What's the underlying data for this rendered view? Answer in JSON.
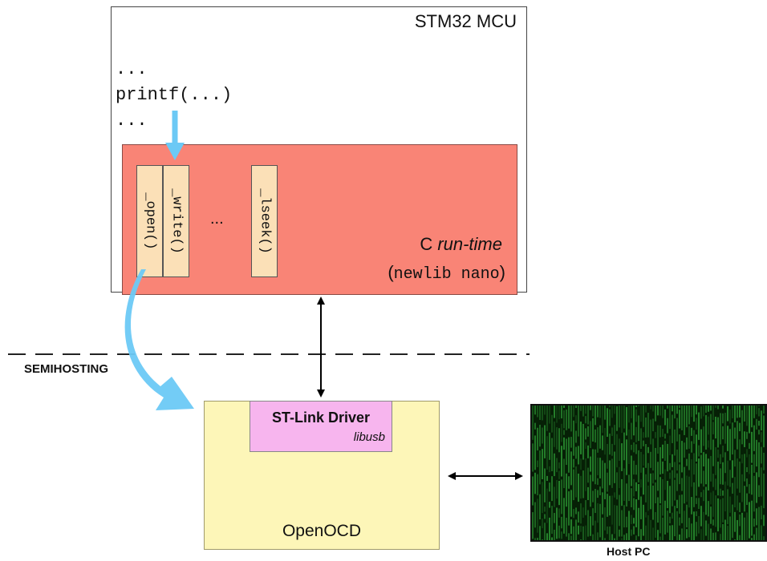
{
  "mcu": {
    "title": "STM32 MCU",
    "code_lines": [
      "...",
      "printf(...)",
      "..."
    ]
  },
  "runtime": {
    "title_prefix": "C ",
    "title_italic": "run-time",
    "subtitle_open": "(",
    "subtitle_mono": "newlib nano",
    "subtitle_close": ")",
    "syscalls": [
      "_open()",
      "_write()",
      "_lseek()"
    ],
    "ellipsis": "..."
  },
  "semihosting_label": "SEMIHOSTING",
  "openocd": {
    "label": "OpenOCD",
    "driver_title": "ST-Link Driver",
    "driver_sub": "libusb"
  },
  "host_pc": {
    "label": "Host PC"
  },
  "colors": {
    "runtime_fill": "#f98476",
    "syscall_fill": "#fbe0b7",
    "openocd_fill": "#fdf6b8",
    "driver_fill": "#f7b5ee",
    "arrow_blue": "#6cc9f5",
    "matrix_green": "#3fd14a"
  }
}
